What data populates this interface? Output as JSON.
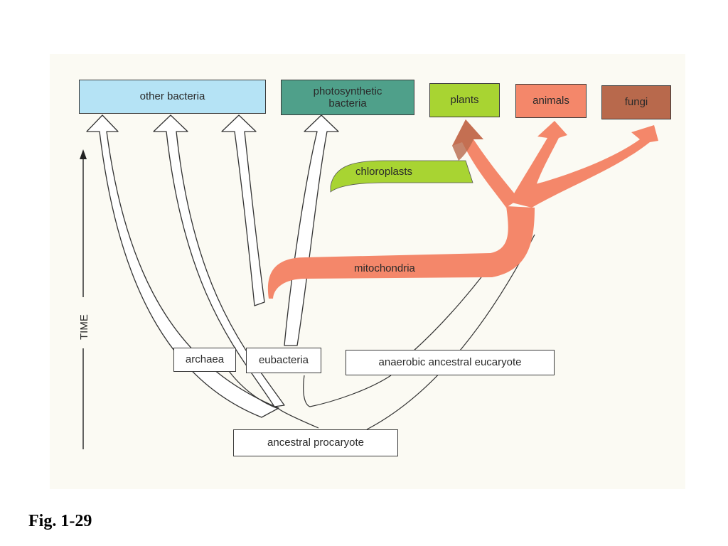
{
  "caption": "Fig. 1-29",
  "axis": {
    "label": "TIME"
  },
  "top_groups": {
    "other_bacteria": "other bacteria",
    "photosynthetic_line1": "photosynthetic",
    "photosynthetic_line2": "bacteria",
    "plants": "plants",
    "animals": "animals",
    "fungi": "fungi"
  },
  "endosymbionts": {
    "chloroplasts": "chloroplasts",
    "mitochondria": "mitochondria"
  },
  "lineages": {
    "archaea": "archaea",
    "eubacteria": "eubacteria",
    "anaerobic_eucaryote": "anaerobic ancestral eucaryote",
    "ancestral_procaryote": "ancestral procaryote"
  },
  "colors": {
    "other_bacteria": "#b5e3f5",
    "photosynthetic": "#4fa08a",
    "plants": "#a8d432",
    "animals": "#f4876a",
    "fungi": "#b8694c",
    "chloroplast_band": "#a8d432",
    "mitochondria_band": "#f4876a"
  }
}
